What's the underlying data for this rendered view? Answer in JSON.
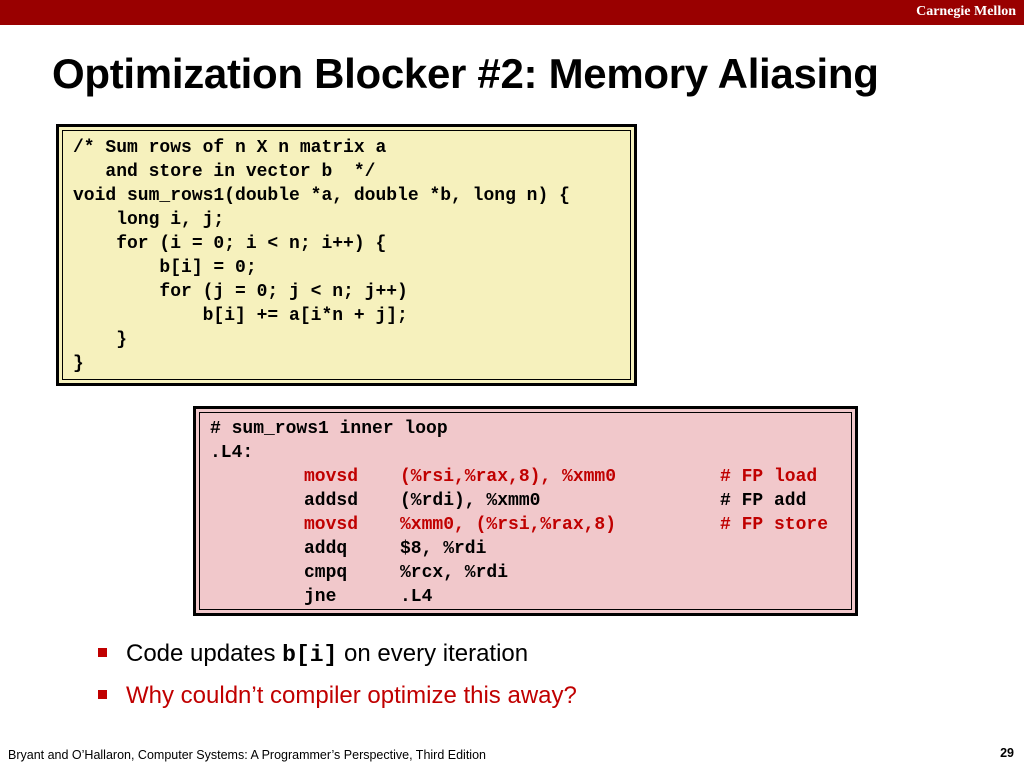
{
  "header": {
    "org": "Carnegie Mellon",
    "color": "#990000"
  },
  "slide": {
    "title": "Optimization Blocker #2: Memory Aliasing",
    "page_number": "29"
  },
  "c_code": {
    "lines": [
      "/* Sum rows of n X n matrix a",
      "   and store in vector b  */",
      "void sum_rows1(double *a, double *b, long n) {",
      "    long i, j;",
      "    for (i = 0; i < n; i++) {",
      "        b[i] = 0;",
      "        for (j = 0; j < n; j++)",
      "            b[i] += a[i*n + j];",
      "    }",
      "}"
    ],
    "background": "#f6f1bd"
  },
  "asm_code": {
    "comment": "# sum_rows1 inner loop",
    "label": ".L4:",
    "rows": [
      {
        "op": "movsd",
        "args": "(%rsi,%rax,8), %xmm0",
        "note": "# FP load",
        "highlight": true
      },
      {
        "op": "addsd",
        "args": "(%rdi), %xmm0",
        "note": "# FP add",
        "highlight": false
      },
      {
        "op": "movsd",
        "args": "%xmm0, (%rsi,%rax,8)",
        "note": "# FP store",
        "highlight": true
      },
      {
        "op": "addq",
        "args": "$8, %rdi",
        "note": "",
        "highlight": false
      },
      {
        "op": "cmpq",
        "args": "%rcx, %rdi",
        "note": "",
        "highlight": false
      },
      {
        "op": "jne",
        "args": ".L4",
        "note": "",
        "highlight": false
      }
    ],
    "background": "#f1c8cb",
    "highlight_color": "#c00000"
  },
  "bullets": [
    {
      "before": "Code updates ",
      "code": "b[i]",
      "after": " on every iteration",
      "color": "#000000"
    },
    {
      "text": "Why couldn’t compiler optimize this away?",
      "color": "#c00000"
    }
  ],
  "footer": {
    "citation": "Bryant and O’Hallaron, Computer Systems: A Programmer’s Perspective, Third Edition"
  }
}
